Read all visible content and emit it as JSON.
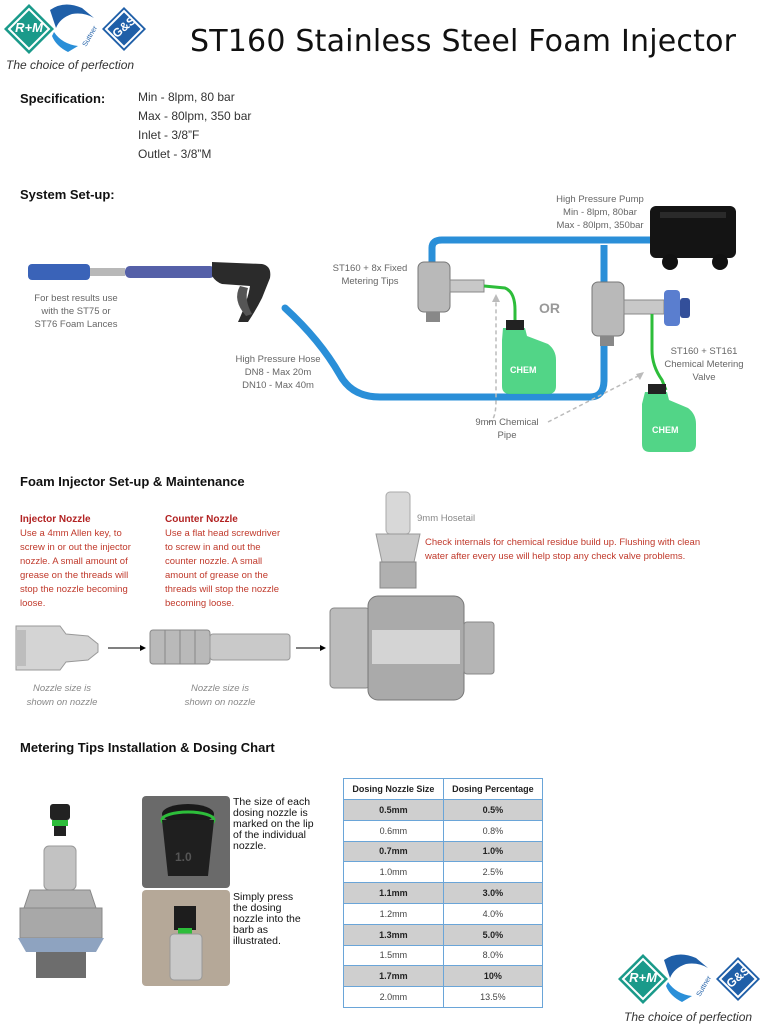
{
  "brand": {
    "logo_text": "R+M",
    "logo_text2": "G&S",
    "logo_small": "Suttner",
    "tagline": "The choice of perfection"
  },
  "title": "ST160 Stainless Steel Foam Injector",
  "spec": {
    "heading": "Specification:",
    "lines": [
      "Min - 8lpm, 80 bar",
      "Max - 80lpm, 350 bar",
      "Inlet - 3/8”F",
      "Outlet - 3/8”M"
    ]
  },
  "setup": {
    "heading": "System Set-up:",
    "pump": [
      "High Pressure Pump",
      "Min - 8lpm, 80bar",
      "Max - 80lpm, 350bar"
    ],
    "fixed": [
      "ST160 + 8x Fixed",
      "Metering Tips"
    ],
    "lance": [
      "For best results use",
      "with the ST75 or",
      "ST76 Foam Lances"
    ],
    "hose": [
      "High Pressure Hose",
      "DN8 - Max 20m",
      "DN10 - Max 40m"
    ],
    "or": "OR",
    "chem": "CHEM",
    "pipe": [
      "9mm Chemical",
      "Pipe"
    ],
    "valve": [
      "ST160 + ST161",
      "Chemical Metering",
      "Valve"
    ]
  },
  "maint": {
    "heading": "Foam Injector Set-up & Maintenance",
    "injector_title": "Injector Nozzle",
    "injector_text": [
      "Use a 4mm Allen key, to",
      "screw in or out the injector",
      "nozzle.  A small amount of",
      "grease on the threads will",
      "stop the nozzle becoming",
      "loose."
    ],
    "counter_title": "Counter Nozzle",
    "counter_text": [
      "Use a flat head screwdriver",
      "to screw in and out the",
      "counter nozzle.  A small",
      "amount of grease on the",
      "threads will stop the nozzle",
      "becoming loose."
    ],
    "hosetail": "9mm Hosetail",
    "check_text": [
      "Check internals for chemical residue build up.  Flushing with clean",
      "water after every use will help stop any check valve problems."
    ],
    "nozzle_note": [
      "Nozzle size is",
      "shown on nozzle"
    ]
  },
  "metering": {
    "heading": "Metering Tips Installation & Dosing Chart",
    "cap1": [
      "The size of each",
      "dosing nozzle is",
      "marked on the lip",
      "of the individual",
      "nozzle."
    ],
    "cap2": [
      "Simply press",
      "the dosing",
      "nozzle into the",
      "barb as",
      "illustrated."
    ],
    "nozzle_mark": "1.0",
    "table": {
      "headers": [
        "Dosing Nozzle Size",
        "Dosing Percentage"
      ],
      "rows": [
        [
          "0.5mm",
          "0.5%"
        ],
        [
          "0.6mm",
          "0.8%"
        ],
        [
          "0.7mm",
          "1.0%"
        ],
        [
          "1.0mm",
          "2.5%"
        ],
        [
          "1.1mm",
          "3.0%"
        ],
        [
          "1.2mm",
          "4.0%"
        ],
        [
          "1.3mm",
          "5.0%"
        ],
        [
          "1.5mm",
          "8.0%"
        ],
        [
          "1.7mm",
          "10%"
        ],
        [
          "2.0mm",
          "13.5%"
        ]
      ]
    }
  },
  "colors": {
    "hose": "#2a8fd8",
    "chem_pipe": "#2dbd3a",
    "chem_bottle": "#3fd07a",
    "logo_green": "#1a9a8a",
    "logo_blue": "#1f5fa8",
    "red_text": "#c0392b"
  }
}
